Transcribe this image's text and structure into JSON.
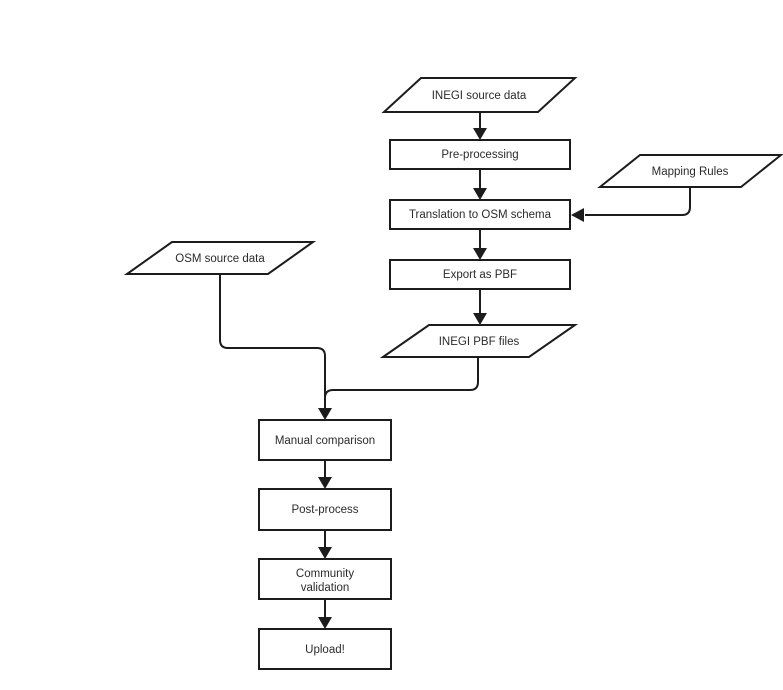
{
  "diagram": {
    "nodes": {
      "inegi_source": {
        "label": "INEGI source data",
        "shape": "parallelogram"
      },
      "pre_processing": {
        "label": "Pre-processing",
        "shape": "rectangle"
      },
      "mapping_rules": {
        "label": "Mapping Rules",
        "shape": "parallelogram"
      },
      "translation": {
        "label": "Translation to OSM schema",
        "shape": "rectangle"
      },
      "export_pbf": {
        "label": "Export as PBF",
        "shape": "rectangle"
      },
      "inegi_pbf": {
        "label": "INEGI PBF files",
        "shape": "parallelogram"
      },
      "osm_source": {
        "label": "OSM source data",
        "shape": "parallelogram"
      },
      "manual_comparison": {
        "label": "Manual comparison",
        "shape": "rectangle"
      },
      "post_process": {
        "label": "Post-process",
        "shape": "rectangle"
      },
      "community_validation": {
        "label": "Community validation",
        "lines": [
          "Community",
          "validation"
        ],
        "shape": "rectangle"
      },
      "upload": {
        "label": "Upload!",
        "shape": "rectangle"
      }
    },
    "edges": [
      {
        "from": "inegi_source",
        "to": "pre_processing"
      },
      {
        "from": "pre_processing",
        "to": "translation"
      },
      {
        "from": "mapping_rules",
        "to": "translation"
      },
      {
        "from": "translation",
        "to": "export_pbf"
      },
      {
        "from": "export_pbf",
        "to": "inegi_pbf"
      },
      {
        "from": "inegi_pbf",
        "to": "manual_comparison"
      },
      {
        "from": "osm_source",
        "to": "manual_comparison"
      },
      {
        "from": "manual_comparison",
        "to": "post_process"
      },
      {
        "from": "post_process",
        "to": "community_validation"
      },
      {
        "from": "community_validation",
        "to": "upload"
      }
    ],
    "colors": {
      "line": "#1c1c1c",
      "shape_fill": "#ffffff",
      "text": "#2b2b2b",
      "background": "#ffffff"
    }
  }
}
